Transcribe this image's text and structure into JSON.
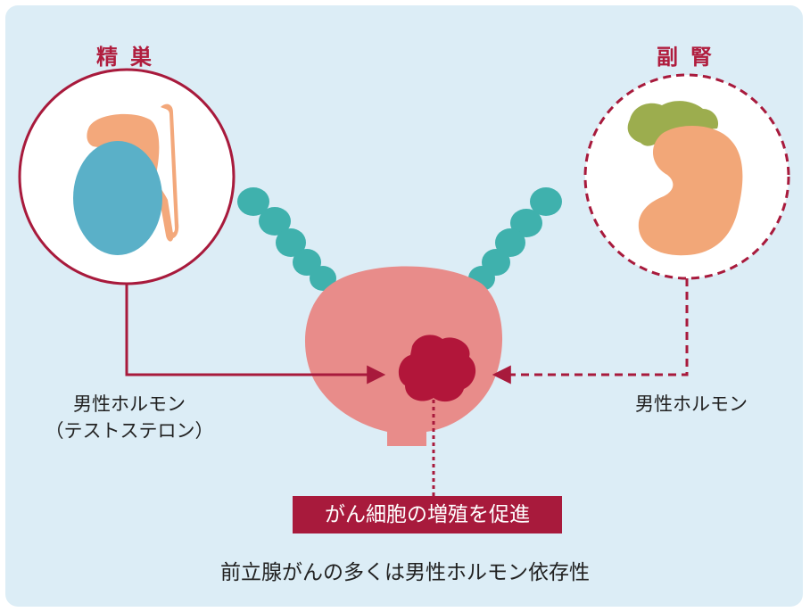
{
  "labels": {
    "testis": "精巣",
    "adrenal": "副腎",
    "hormone_left_line1": "男性ホルモン",
    "hormone_left_line2": "（テストステロン）",
    "hormone_right": "男性ホルモン",
    "promote": "がん細胞の増殖を促進",
    "summary": "前立腺がんの多くは男性ホルモン依存性"
  },
  "colors": {
    "background": "#dcedf6",
    "accent": "#a81a3c",
    "prostate": "#e88c8a",
    "tumor": "#b2163a",
    "seminal_vesicle": "#3fb1ad",
    "testis": "#5ab0c8",
    "epididymis": "#f3a87b",
    "kidney": "#f2a778",
    "adrenal_gland": "#9cad4e"
  }
}
